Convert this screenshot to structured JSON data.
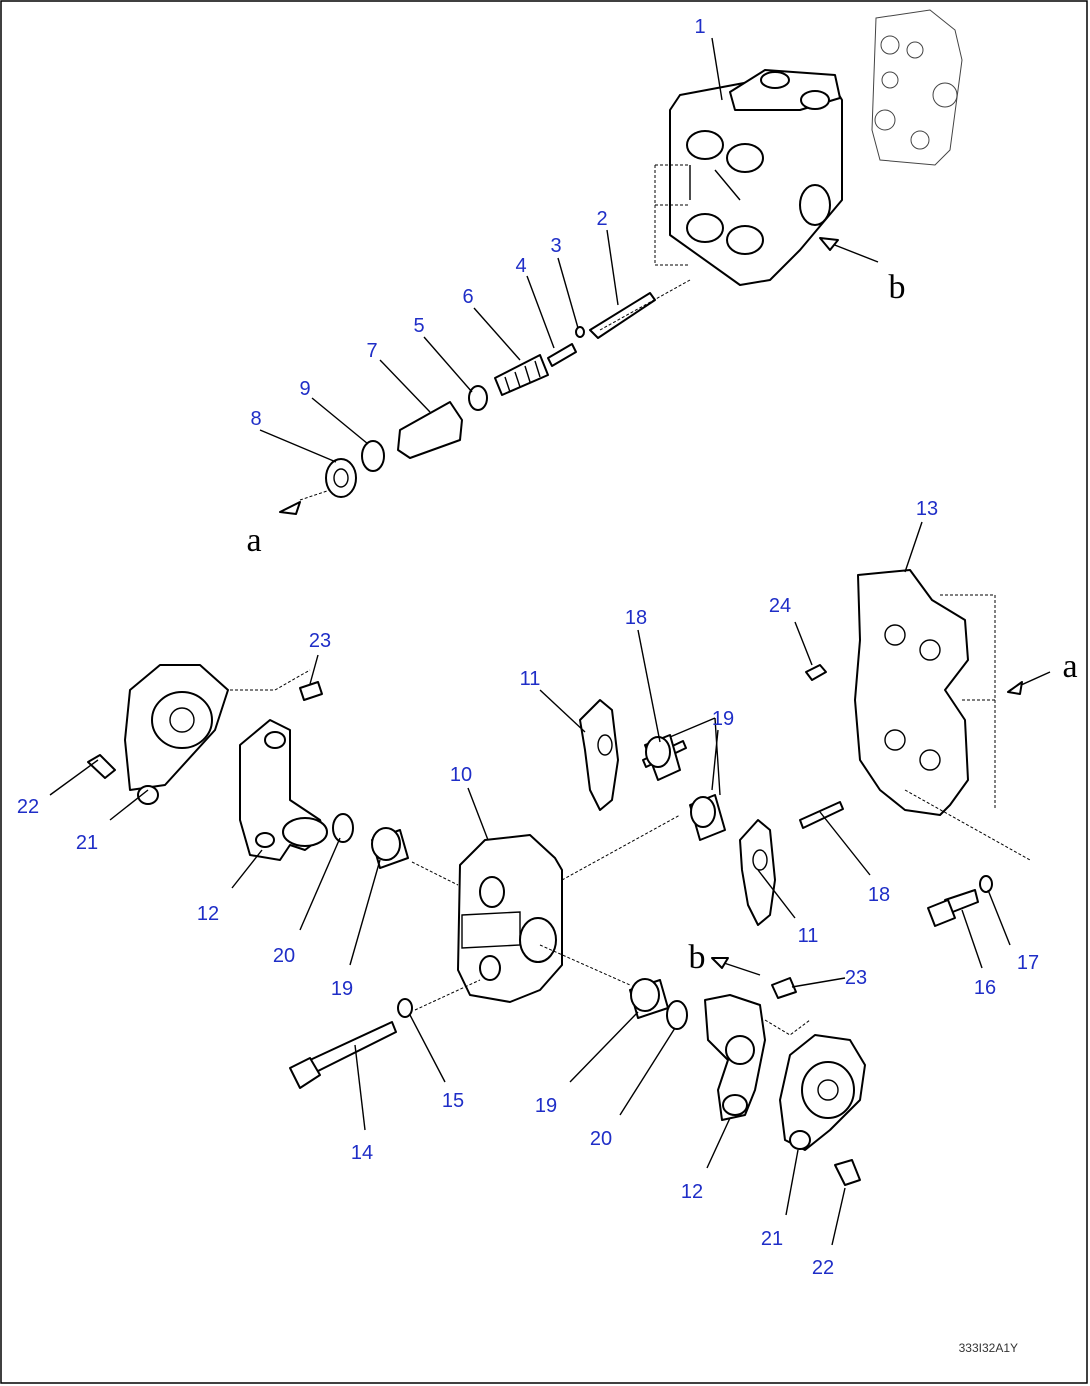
{
  "callouts": [
    {
      "label": "1"
    },
    {
      "label": "2"
    },
    {
      "label": "3"
    },
    {
      "label": "4"
    },
    {
      "label": "5"
    },
    {
      "label": "6"
    },
    {
      "label": "7"
    },
    {
      "label": "8"
    },
    {
      "label": "9"
    },
    {
      "label": "13"
    },
    {
      "label": "24"
    },
    {
      "label": "18"
    },
    {
      "label": "11"
    },
    {
      "label": "19"
    },
    {
      "label": "23"
    },
    {
      "label": "22"
    },
    {
      "label": "21"
    },
    {
      "label": "10"
    },
    {
      "label": "12"
    },
    {
      "label": "20"
    },
    {
      "label": "19"
    },
    {
      "label": "18"
    },
    {
      "label": "11"
    },
    {
      "label": "16"
    },
    {
      "label": "17"
    },
    {
      "label": "23"
    },
    {
      "label": "14"
    },
    {
      "label": "15"
    },
    {
      "label": "19"
    },
    {
      "label": "20"
    },
    {
      "label": "12"
    },
    {
      "label": "21"
    },
    {
      "label": "22"
    }
  ],
  "view_letters": [
    "b",
    "a",
    "a",
    "b"
  ],
  "drawing_code": "333I32A1Y",
  "label_color": "#1f2ec7"
}
